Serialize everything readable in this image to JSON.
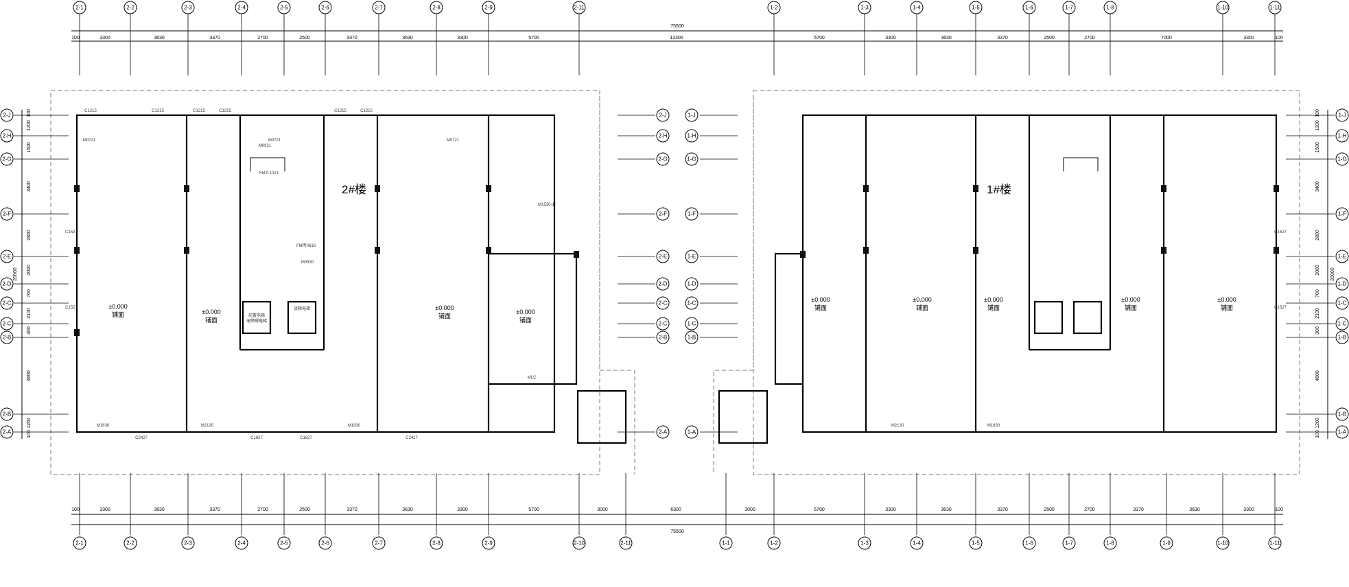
{
  "plan": {
    "buildings": [
      {
        "id": "b2",
        "label": "2#楼"
      },
      {
        "id": "b1",
        "label": "1#楼"
      }
    ],
    "top_total": "75500",
    "bottom_total": "75500",
    "top_grid": [
      "2-1",
      "2-2",
      "2-3",
      "2-4",
      "2-5",
      "2-6",
      "2-7",
      "2-8",
      "2-9",
      "2-11",
      "1-2",
      "1-3",
      "1-4",
      "1-5",
      "1-6",
      "1-7",
      "1-8",
      "1-10",
      "1-11"
    ],
    "bottom_grid": [
      "2-1",
      "2-2",
      "2-3",
      "2-4",
      "2-5",
      "2-6",
      "2-7",
      "2-8",
      "2-9",
      "2-10",
      "2-11",
      "1-1",
      "1-2",
      "1-3",
      "1-4",
      "1-5",
      "1-6",
      "1-7",
      "1-8",
      "1-9",
      "1-10",
      "1-11"
    ],
    "top_dims": [
      "100",
      "3300",
      "3630",
      "3370",
      "2700",
      "2500",
      "3370",
      "3630",
      "3300",
      "5700",
      "12300",
      "5700",
      "3300",
      "3630",
      "3370",
      "2500",
      "2700",
      "7000",
      "3300",
      "100"
    ],
    "bottom_dims": [
      "100",
      "3300",
      "3630",
      "3370",
      "2700",
      "2500",
      "3370",
      "3630",
      "3300",
      "5700",
      "3000",
      "6300",
      "3000",
      "5700",
      "3300",
      "3630",
      "3370",
      "2500",
      "2700",
      "3370",
      "3630",
      "3300",
      "100"
    ],
    "left_axes": [
      "2-J",
      "2-H",
      "2-G",
      "2-F",
      "2-E",
      "2-D",
      "2-C",
      "2-C",
      "2-B",
      "2-B",
      "2-A"
    ],
    "right_axes": [
      "1-J",
      "1-H",
      "1-G",
      "1-F",
      "1-E",
      "1-D",
      "1-C",
      "1-C",
      "1-B",
      "1-B",
      "1-A"
    ],
    "mid_left_axes": [
      "2-J",
      "2-H",
      "2-G",
      "2-F",
      "2-E",
      "2-D",
      "2-C",
      "2-C",
      "2-B",
      "2-A"
    ],
    "mid_right_axes": [
      "1-J",
      "1-H",
      "1-G",
      "1-F",
      "1-E",
      "1-D",
      "1-C",
      "1-C",
      "1-B",
      "1-A"
    ],
    "vdims": [
      "100",
      "1200",
      "1500",
      "3400",
      "2800",
      "2000",
      "700",
      "2100",
      "300",
      "4600",
      "1200",
      "100"
    ],
    "vtotal": "20000",
    "shops": [
      {
        "level": "±0.000",
        "name": "铺面"
      },
      {
        "level": "±0.000",
        "name": "铺面"
      },
      {
        "level": "±0.000",
        "name": "铺面"
      },
      {
        "level": "±0.000",
        "name": "铺面"
      },
      {
        "level": "±0.000",
        "name": "铺面"
      },
      {
        "level": "±0.000",
        "name": "铺面"
      },
      {
        "level": "±0.000",
        "name": "铺面"
      },
      {
        "level": "±0.000",
        "name": "铺面"
      },
      {
        "level": "±0.000",
        "name": "铺面"
      }
    ],
    "door_labels": [
      "M0921",
      "FM乙1021",
      "M0530",
      "FM丙0618",
      "MLC",
      "M1530-1",
      "M1830",
      "M2130",
      "M1830",
      "M2130",
      "M1830",
      "M0721",
      "M0721",
      "M0721"
    ],
    "window_labels": [
      "C1215",
      "C1215",
      "C1215",
      "C1215",
      "C1215",
      "C1215",
      "C2427",
      "C1827",
      "C1827",
      "C2427",
      "C1527",
      "C1527",
      "C1527",
      "C1527"
    ],
    "elevator_labels": [
      "前置电梯\n无障碍电梯",
      "货梯电梯"
    ]
  },
  "colors": {
    "line": "#000000",
    "dashed": "#777777",
    "background": "#ffffff"
  }
}
